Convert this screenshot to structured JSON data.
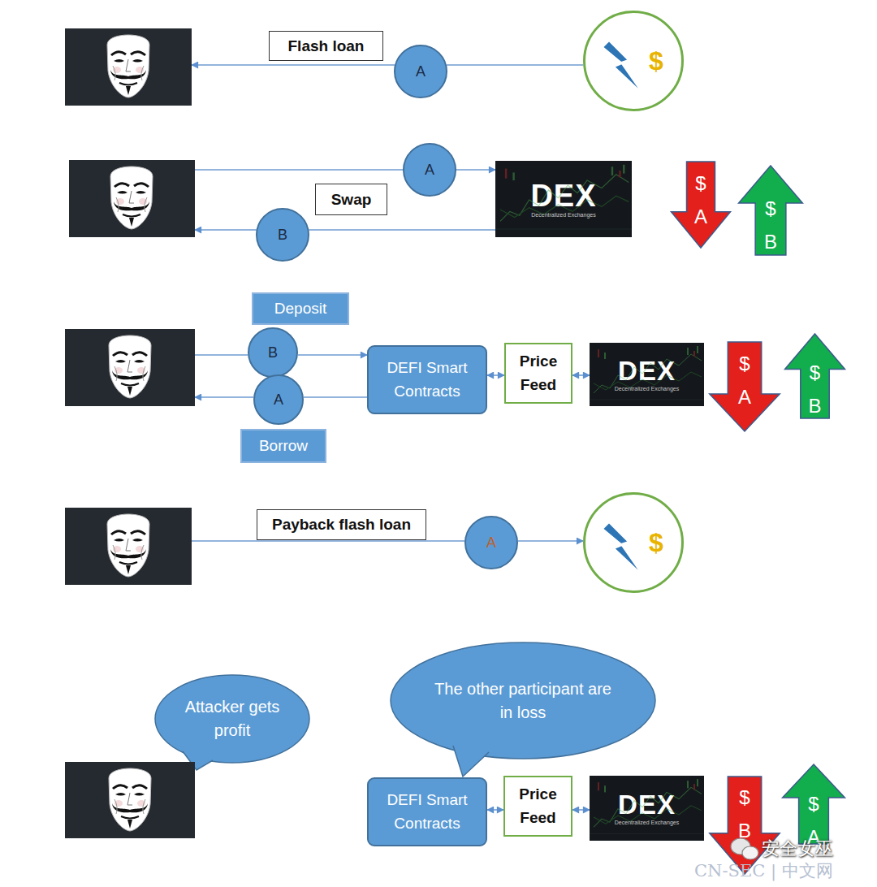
{
  "diagram": {
    "nodes": [
      {
        "text": []
      },
      {
        "text": [
          "Flash loan"
        ]
      },
      {
        "text": [
          "A"
        ]
      },
      {
        "text": [
          "$"
        ]
      },
      {
        "text": []
      },
      {
        "text": [
          "A"
        ]
      },
      {
        "text": [
          "DEX",
          "Decentralized Exchanges"
        ]
      },
      {
        "text": [
          "$ A"
        ]
      },
      {
        "text": [
          "$ B"
        ]
      },
      {
        "text": [
          "Swap"
        ]
      },
      {
        "text": [
          "B"
        ]
      },
      {
        "text": [
          "Deposit"
        ]
      },
      {
        "text": []
      },
      {
        "text": [
          "B"
        ]
      },
      {
        "text": [
          "DEFI Smart Contracts"
        ]
      },
      {
        "text": [
          "Price Feed"
        ]
      },
      {
        "text": [
          "DEX",
          "Decentralized Exchanges"
        ]
      },
      {
        "text": [
          "$ A"
        ]
      },
      {
        "text": [
          "$ B"
        ]
      },
      {
        "text": [
          "A"
        ]
      },
      {
        "text": [
          "Borrow"
        ]
      },
      {
        "text": []
      },
      {
        "text": [
          "Payback flash loan"
        ]
      },
      {
        "text": [
          "A"
        ]
      },
      {
        "text": [
          "$"
        ]
      },
      {
        "text": [
          "Attacker gets profit"
        ]
      },
      {
        "text": [
          "The other participant are in loss"
        ]
      },
      {
        "text": []
      },
      {
        "text": [
          "DEFI Smart Contracts"
        ]
      },
      {
        "text": [
          "Price Feed"
        ]
      },
      {
        "text": [
          "DEX",
          "Decentralized Exchanges"
        ]
      },
      {
        "text": [
          "$ B"
        ]
      },
      {
        "text": [
          "$ A"
        ]
      }
    ],
    "edges": [
      {
        "from": 3,
        "to": 2,
        "arrow": "none"
      },
      {
        "from": 2,
        "to": 0,
        "arrow": "to"
      },
      {
        "from": 4,
        "to": 5,
        "arrow": "none"
      },
      {
        "from": 5,
        "to": 6,
        "arrow": "to"
      },
      {
        "from": 6,
        "to": 10,
        "arrow": "none"
      },
      {
        "from": 10,
        "to": 4,
        "arrow": "to"
      },
      {
        "from": 12,
        "to": 13,
        "arrow": "none"
      },
      {
        "from": 13,
        "to": 14,
        "arrow": "to"
      },
      {
        "from": 14,
        "to": 19,
        "arrow": "none"
      },
      {
        "from": 19,
        "to": 12,
        "arrow": "to"
      },
      {
        "from": 14,
        "to": 15,
        "arrow": "both"
      },
      {
        "from": 15,
        "to": 16,
        "arrow": "both"
      },
      {
        "from": 21,
        "to": 23,
        "arrow": "none"
      },
      {
        "from": 23,
        "to": 24,
        "arrow": "to"
      },
      {
        "from": 28,
        "to": 29,
        "arrow": "both"
      },
      {
        "from": 29,
        "to": 30,
        "arrow": "both"
      }
    ],
    "labels": [
      "安全女巫",
      "CN-SEC | 中文网"
    ]
  }
}
